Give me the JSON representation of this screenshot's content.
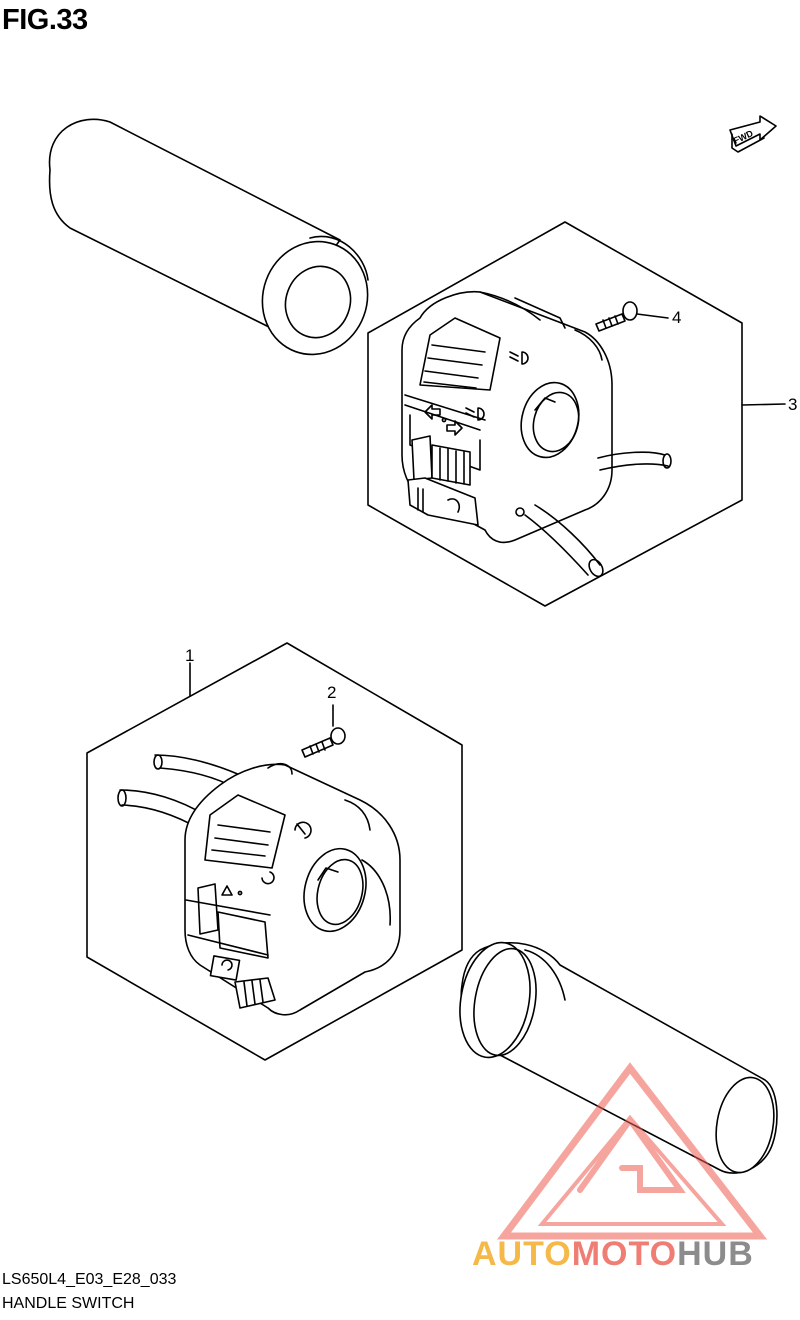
{
  "figure": {
    "title": "FIG.33",
    "code": "LS650L4_E03_E28_033",
    "name": "HANDLE SWITCH"
  },
  "callouts": [
    "1",
    "2",
    "3",
    "4"
  ],
  "fwd_label": "FWD",
  "watermark": {
    "part1": "AUTO",
    "part2": "MOTO",
    "part3": "HUB",
    "colors": {
      "auto": "#f5b94a",
      "moto": "#f07d74",
      "hub": "#8c8c8c",
      "logo": "#f05a50"
    }
  }
}
